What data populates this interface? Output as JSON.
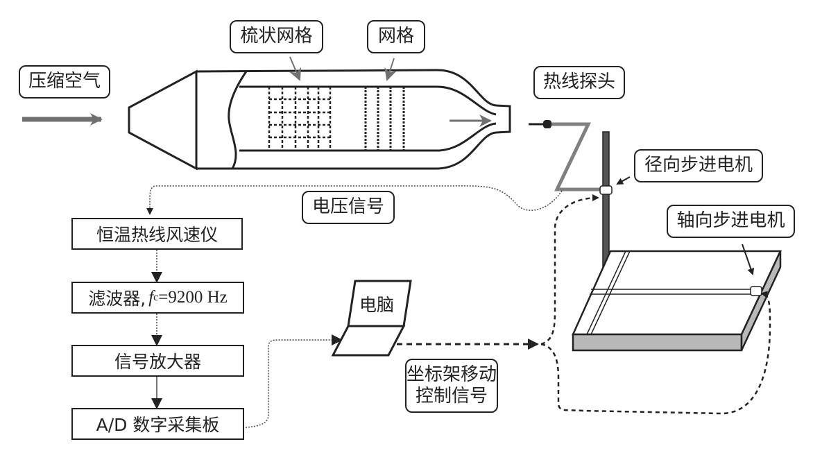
{
  "labels": {
    "compressed_air": "压缩空气",
    "comb_grid": "梳状网格",
    "grid": "网格",
    "hotwire_probe": "热线探头",
    "radial_motor": "径向步进电机",
    "axial_motor": "轴向步进电机",
    "voltage_signal": "电压信号",
    "computer": "电脑",
    "traverse_control_line1": "坐标架移动",
    "traverse_control_line2": "控制信号"
  },
  "blocks": {
    "anemometer": "恒温热线风速仪",
    "filter_prefix": "滤波器,",
    "filter_f": "f",
    "filter_sub": "c",
    "filter_value": "=9200 Hz",
    "amplifier": "信号放大器",
    "ad_board": "A/D 数字采集板"
  },
  "colors": {
    "line": "#222222",
    "gray_arrow": "#707070",
    "panel_gray": "#b8b8b8"
  }
}
